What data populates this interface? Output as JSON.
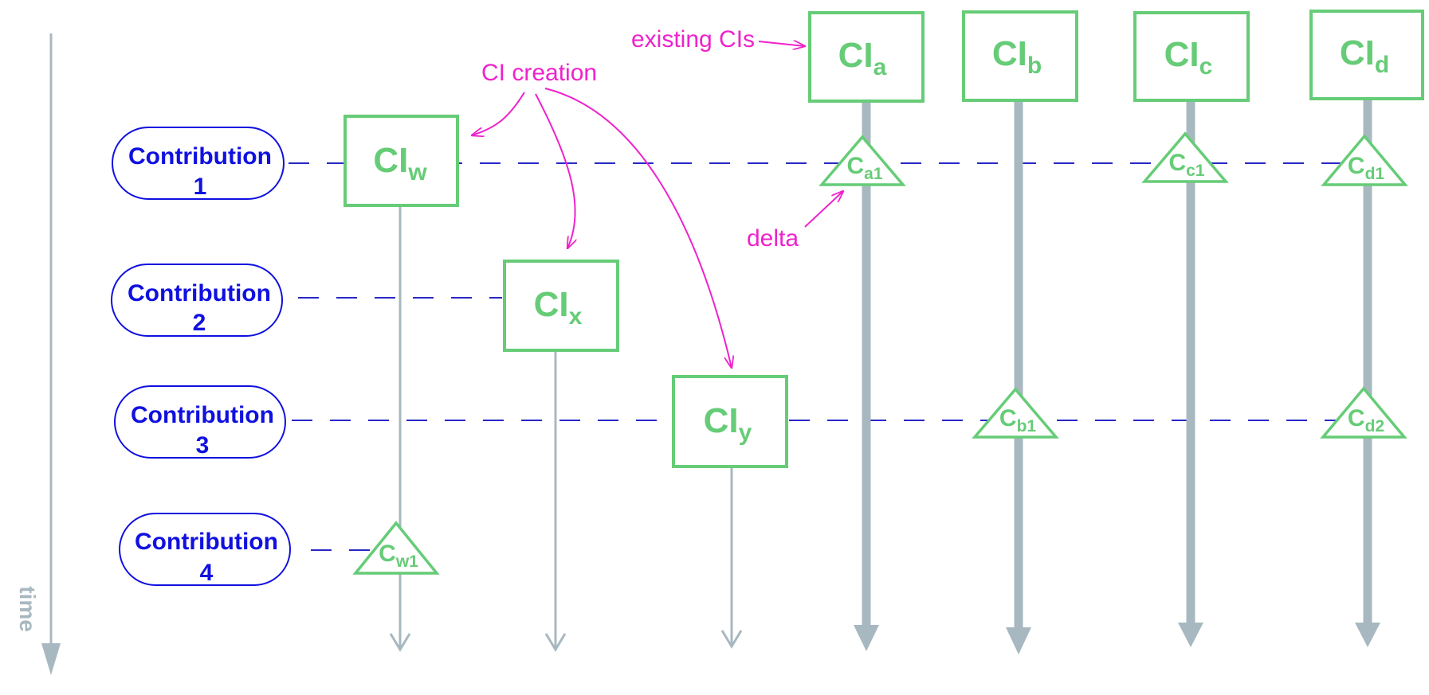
{
  "time_label": "time",
  "contributions": [
    {
      "label": "Contribution",
      "number": "1"
    },
    {
      "label": "Contribution",
      "number": "2"
    },
    {
      "label": "Contribution",
      "number": "3"
    },
    {
      "label": "Contribution",
      "number": "4"
    }
  ],
  "new_cis": [
    {
      "base": "CI",
      "sub": "w"
    },
    {
      "base": "CI",
      "sub": "x"
    },
    {
      "base": "CI",
      "sub": "y"
    }
  ],
  "existing_cis": [
    {
      "base": "CI",
      "sub": "a"
    },
    {
      "base": "CI",
      "sub": "b"
    },
    {
      "base": "CI",
      "sub": "c"
    },
    {
      "base": "CI",
      "sub": "d"
    }
  ],
  "deltas": [
    {
      "base": "C",
      "sub": "a1"
    },
    {
      "base": "C",
      "sub": "c1"
    },
    {
      "base": "C",
      "sub": "d1"
    },
    {
      "base": "C",
      "sub": "b1"
    },
    {
      "base": "C",
      "sub": "d2"
    },
    {
      "base": "C",
      "sub": "w1"
    }
  ],
  "annotations": {
    "existing": "existing CIs",
    "creation": "CI creation",
    "delta": "delta"
  },
  "colors": {
    "ci_green": "#66cc77",
    "contribution_blue": "#1010e0",
    "dashed_blue": "#2828c8",
    "annotation_magenta": "#ee22cc",
    "timeline_gray": "#a8b8c0"
  }
}
